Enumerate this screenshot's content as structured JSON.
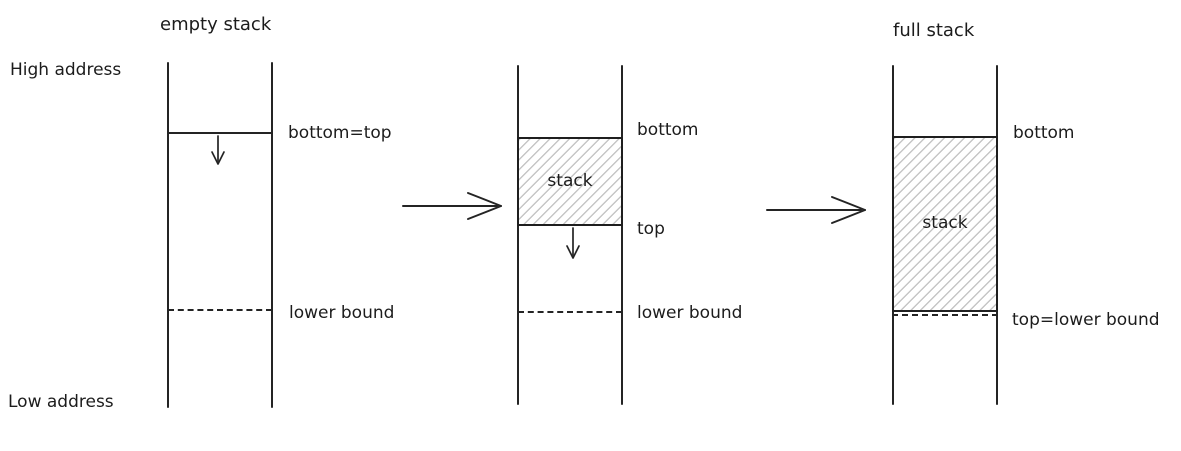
{
  "axis": {
    "high_label": "High address",
    "low_label": "Low address"
  },
  "stage_empty": {
    "title": "empty stack",
    "bottom_top_label": "bottom=top",
    "lower_bound_label": "lower bound"
  },
  "stage_partial": {
    "bottom_label": "bottom",
    "stack_label": "stack",
    "top_label": "top",
    "lower_bound_label": "lower bound"
  },
  "stage_full": {
    "title": "full stack",
    "bottom_label": "bottom",
    "stack_label": "stack",
    "top_lower_bound_label": "top=lower bound"
  },
  "icons": {
    "transition_arrow": "right-arrow",
    "growth_arrow": "down-arrow"
  },
  "colors": {
    "stroke": "#242424",
    "hatch": "#c6c6c6",
    "background": "#ffffff"
  }
}
